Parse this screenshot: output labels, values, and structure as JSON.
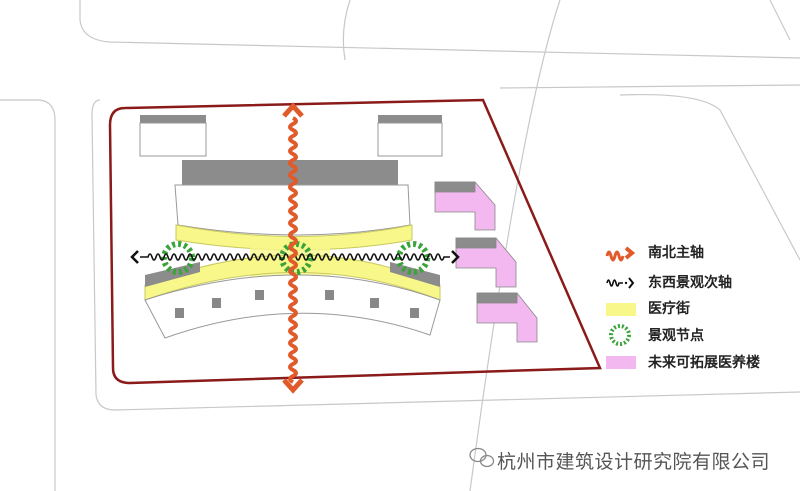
{
  "legend": {
    "items": [
      {
        "label": "南北主轴",
        "icon": "orange-wave-arrow-icon"
      },
      {
        "label": "东西景观次轴",
        "icon": "black-wave-arrow-icon"
      },
      {
        "label": "医疗街",
        "icon": "yellow-swatch"
      },
      {
        "label": "景观节点",
        "icon": "green-dashed-ring-icon"
      },
      {
        "label": "未来可拓展医养楼",
        "icon": "pink-swatch"
      }
    ]
  },
  "watermark": {
    "text": "杭州市建筑设计研究院有限公司",
    "icon": "wechat-icon"
  },
  "colors": {
    "site_boundary": "#8b1a1a",
    "main_axis": "#e05a2a",
    "secondary_axis": "#111111",
    "medical_street": "#f7f78a",
    "landscape_node": "#3aa33a",
    "future_building": "#f2b8ef",
    "roof": "#8c8c8c"
  }
}
